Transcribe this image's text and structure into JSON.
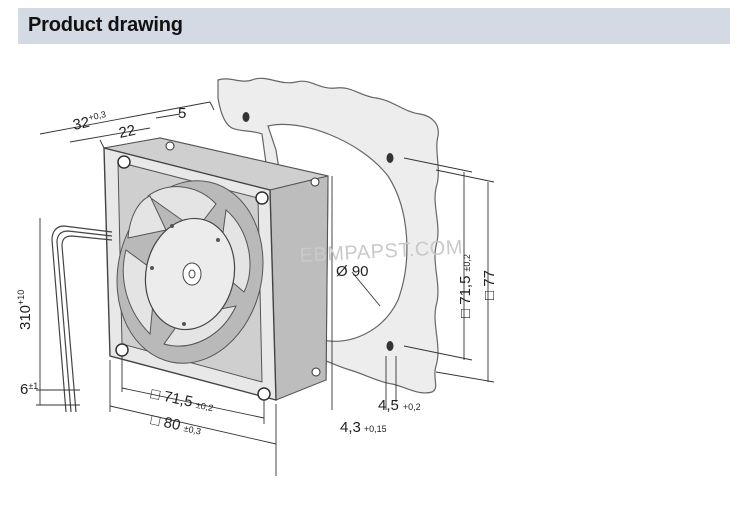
{
  "header": {
    "title": "Product drawing"
  },
  "watermark": "EBMPAPST.COM",
  "dimensions": {
    "depth_total": {
      "value": "32",
      "tol": "+0,3"
    },
    "depth_frame": {
      "value": "22"
    },
    "flange": {
      "value": "5"
    },
    "cable_length": {
      "value": "310",
      "tol": "+10"
    },
    "wire_strip": {
      "value": "6",
      "tol": "±1"
    },
    "hole_pitch_h": {
      "value": "□ 71,5",
      "tol": "±0,2"
    },
    "size_h": {
      "value": "□ 80",
      "tol": "±0,3"
    },
    "hole_pitch_v": {
      "value": "□ 71,5",
      "tol": "±0,2"
    },
    "size_v": {
      "value": "□ 77"
    },
    "cutout_dia": {
      "value": "Ø 90"
    },
    "mount_hole": {
      "value": "4,5",
      "tol": "+0,2"
    },
    "hole_dia": {
      "value": "4,3",
      "tol": "+0,15"
    }
  }
}
